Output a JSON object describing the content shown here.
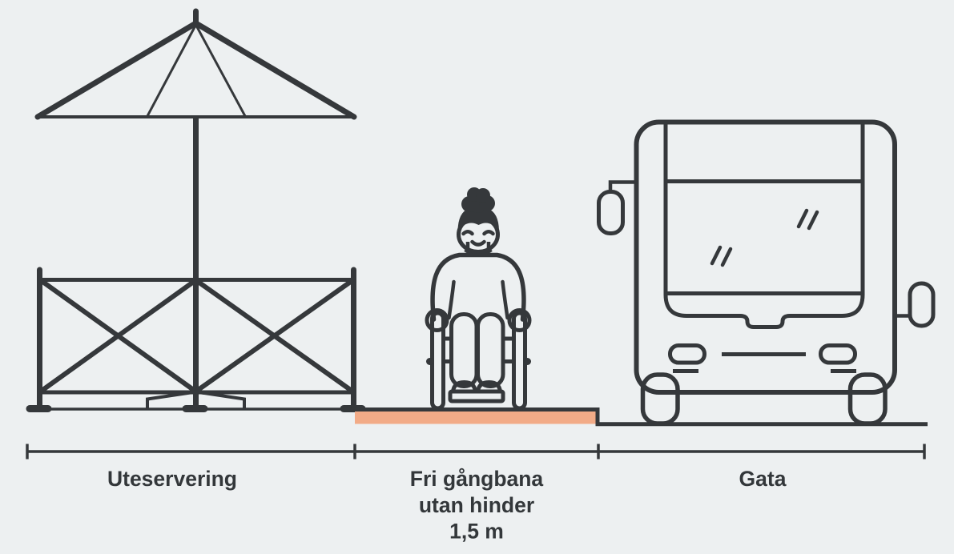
{
  "diagram": {
    "labels": {
      "zone_left": "Uteservering",
      "zone_middle_lines": [
        "Fri gångbana",
        "utan hinder",
        "1,5 m"
      ],
      "zone_right": "Gata"
    },
    "colors": {
      "background": "#edf0f1",
      "line": "#35383b",
      "walkway_highlight": "#f2ab87",
      "text": "#33373a"
    }
  }
}
